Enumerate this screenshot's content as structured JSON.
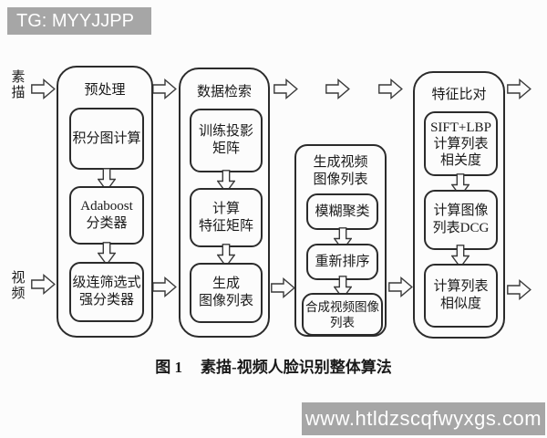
{
  "watermarks": {
    "top": "TG: MYYJJPP",
    "bottom": "www.htldzscqfwyxgs.com"
  },
  "colors": {
    "watermark_bg": "#a6a6a6",
    "watermark_text": "#ffffff",
    "line_color": "#2b2b2b",
    "background": "#fcfcfc"
  },
  "diagram": {
    "inputs": [
      {
        "label": "素描"
      },
      {
        "label": "视频"
      }
    ],
    "columns": [
      {
        "title": "预处理",
        "boxes": [
          "积分图计算",
          "Adaboost\n分类器",
          "级连筛选式\n强分类器"
        ]
      },
      {
        "title": "数据检索",
        "boxes": [
          "训练投影\n矩阵",
          "计算\n特征矩阵",
          "生成\n图像列表"
        ]
      },
      {
        "title": "生成视频\n图像列表",
        "boxes": [
          "模糊聚类",
          "重新排序",
          "合成视频图像\n列表"
        ]
      },
      {
        "title": "特征比对",
        "boxes": [
          "SIFT+LBP\n计算列表\n相关度",
          "计算图像\n列表DCG",
          "计算列表\n相似度"
        ]
      }
    ]
  },
  "caption": {
    "figure_label": "图 1",
    "title": "素描-视频人脸识别整体算法"
  }
}
